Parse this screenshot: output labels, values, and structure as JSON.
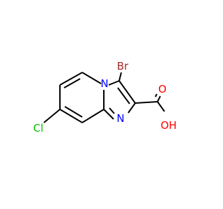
{
  "molecule": {
    "colors": {
      "carbon_bond": "#000000",
      "bromine": "#A52A2A",
      "chlorine": "#00C000",
      "nitrogen": "#0000FF",
      "oxygen": "#FF0000"
    },
    "labels": {
      "bromine": "Br",
      "chlorine": "Cl",
      "nitrogen_bridge": "N",
      "nitrogen_imidazole": "N",
      "oxygen_carbonyl": "O",
      "oxygen_hydroxyl": "OH"
    }
  }
}
